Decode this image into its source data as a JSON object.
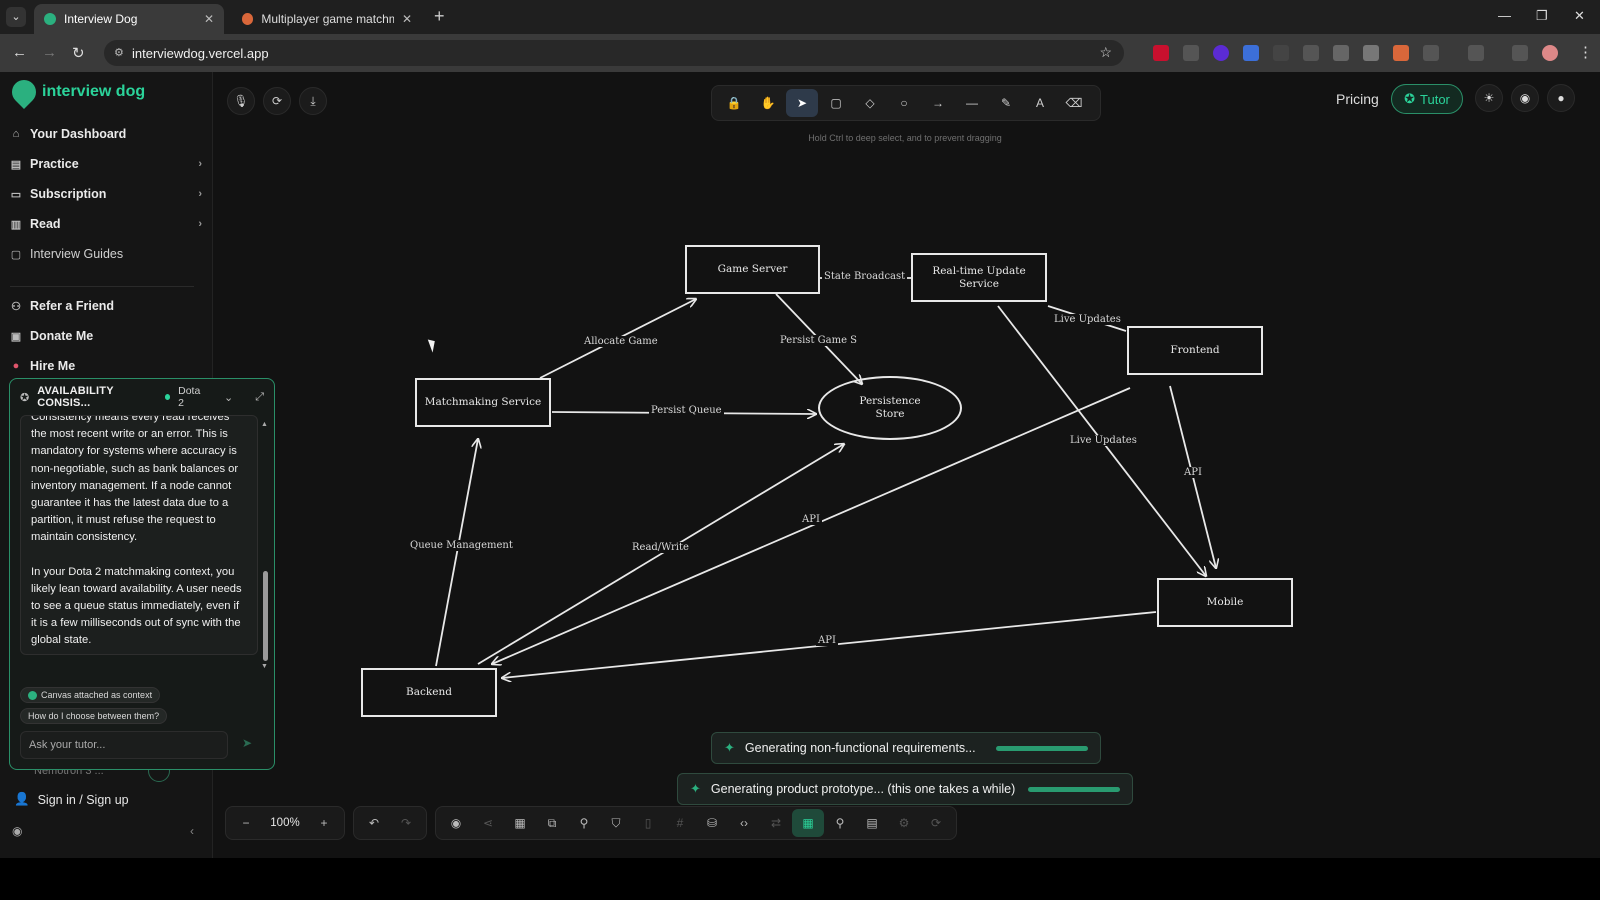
{
  "browser": {
    "tabs": [
      {
        "title": "Interview Dog",
        "active": true
      },
      {
        "title": "Multiplayer game matchmaking",
        "active": false
      }
    ],
    "url": "interviewdog.vercel.app"
  },
  "sidebar": {
    "brand": "interview dog",
    "items": [
      {
        "label": "Your Dashboard",
        "icon": "home-icon",
        "chevron": false
      },
      {
        "label": "Practice",
        "icon": "book-icon",
        "chevron": true
      },
      {
        "label": "Subscription",
        "icon": "card-icon",
        "chevron": true
      },
      {
        "label": "Read",
        "icon": "read-icon",
        "chevron": true
      },
      {
        "label": "Interview Guides",
        "icon": "guide-icon",
        "chevron": false
      }
    ],
    "secondary": [
      {
        "label": "Refer a Friend",
        "icon": "users-icon"
      },
      {
        "label": "Donate Me",
        "icon": "gift-icon"
      },
      {
        "label": "Hire Me",
        "icon": "heart-icon"
      }
    ],
    "underlay_text": "Nemotron 3 ...",
    "signin": "Sign in / Sign up"
  },
  "tutor": {
    "title": "AVAILABILITY CONSIS...",
    "tag": "Dota 2",
    "paragraph1": "Consistency means every read receives the most recent write or an error. This is mandatory for systems where accuracy is non-negotiable, such as bank balances or inventory management. If a node cannot guarantee it has the latest data due to a partition, it must refuse the request to maintain consistency.",
    "paragraph2": "In your Dota 2 matchmaking context, you likely lean toward availability. A user needs to see a queue status immediately, even if it is a few milliseconds out of sync with the global state.",
    "chip_context": "Canvas attached as context",
    "chip_suggestion": "How do I choose between them?",
    "input_placeholder": "Ask your tutor..."
  },
  "header": {
    "pricing": "Pricing",
    "tutor_button": "Tutor",
    "hint": "Hold Ctrl to deep select, and to prevent dragging"
  },
  "diagram": {
    "nodes": {
      "game_server": "Game Server",
      "realtime": "Real-time Update Service",
      "frontend": "Frontend",
      "matchmaking": "Matchmaking Service",
      "persistence": "Persistence Store",
      "mobile": "Mobile",
      "backend": "Backend"
    },
    "edges": {
      "state_broadcast": "State Broadcast",
      "allocate_game": "Allocate Game",
      "persist_game": "Persist Game S",
      "live_updates_1": "Live Updates",
      "live_updates_2": "Live Updates",
      "persist_queue": "Persist Queue",
      "queue_management": "Queue Management",
      "read_write": "Read/Write",
      "api_1": "API",
      "api_2": "API",
      "api_3": "API"
    }
  },
  "toasts": [
    "Generating non-functional requirements...",
    "Generating product prototype... (this one takes a while)"
  ],
  "zoom": "100%"
}
